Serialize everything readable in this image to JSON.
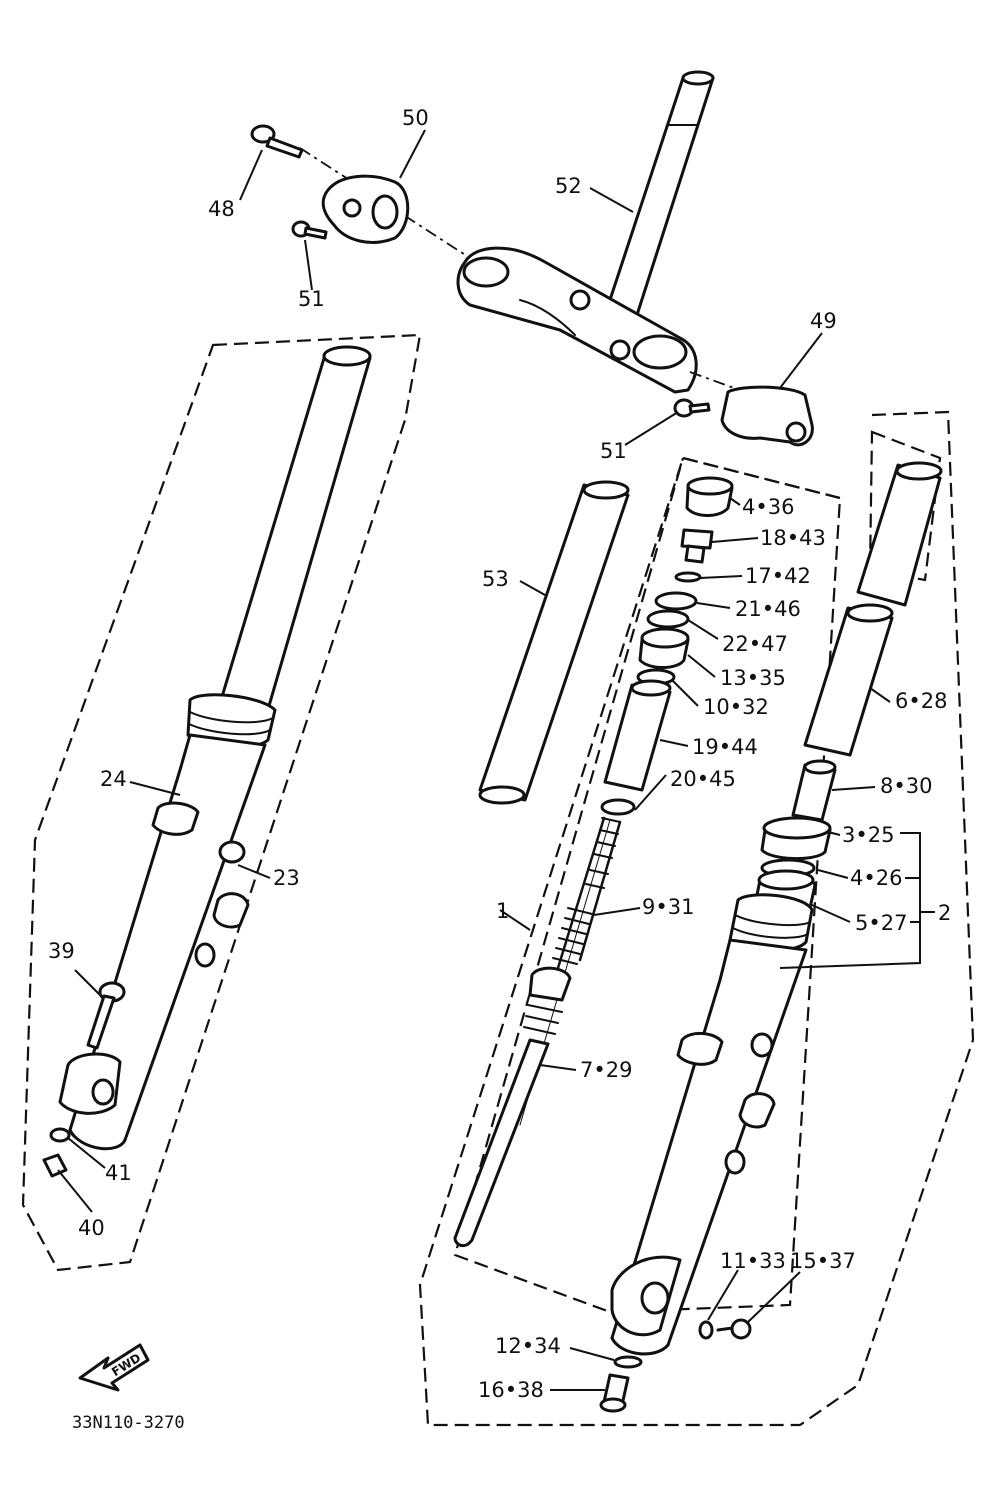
{
  "diagram": {
    "drawing_code": "33N110-3270",
    "fwd_label": "FWD",
    "callouts": {
      "p1": "1",
      "p2": "2",
      "p3_25": "3•25",
      "p4_26": "4•26",
      "p4_36": "4•36",
      "p5_27": "5•27",
      "p6_28": "6•28",
      "p7_29": "7•29",
      "p8_30": "8•30",
      "p9_31": "9•31",
      "p10_32": "10•32",
      "p11_33": "11•33",
      "p12_34": "12•34",
      "p13_35": "13•35",
      "p15_37": "15•37",
      "p16_38": "16•38",
      "p17_42": "17•42",
      "p18_43": "18•43",
      "p19_44": "19•44",
      "p20_45": "20•45",
      "p21_46": "21•46",
      "p22_47": "22•47",
      "p23": "23",
      "p24": "24",
      "p39": "39",
      "p40": "40",
      "p41": "41",
      "p48": "48",
      "p49": "49",
      "p50": "50",
      "p51a": "51",
      "p51b": "51",
      "p52": "52",
      "p53": "53"
    }
  }
}
